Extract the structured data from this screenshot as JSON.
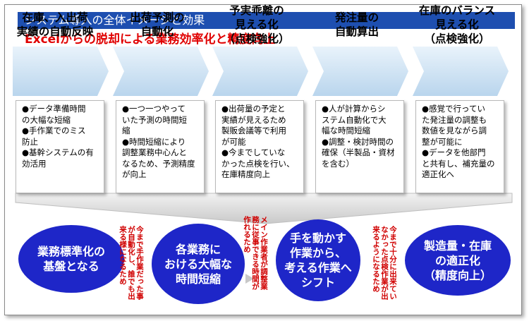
{
  "header": {
    "title": "システム導入の全体イメージと効果"
  },
  "subtitle": "Excelからの脱却による業務効率化と精度向上",
  "steps": [
    {
      "title_lines": [
        "在庫、入出荷",
        "実績の自動反映"
      ]
    },
    {
      "title_lines": [
        "出荷予測の",
        "自動化"
      ]
    },
    {
      "title_lines": [
        "予実乖離の",
        "見える化",
        "（点検強化）"
      ]
    },
    {
      "title_lines": [
        "発注量の",
        "自動算出"
      ]
    },
    {
      "title_lines": [
        "在庫のバランス",
        "見える化",
        "（点検強化）"
      ]
    }
  ],
  "details": [
    {
      "lines": [
        "●データ準備時間",
        "の大幅な短縮",
        "●手作業でのミス",
        "防止",
        "●基幹システムの有",
        "効活用"
      ]
    },
    {
      "lines": [
        "●一つ一つやって",
        "いた予測の時間短",
        "縮",
        "●時間短縮により",
        "調整業務中心んと",
        "なるため、予測精度",
        "が向上"
      ]
    },
    {
      "lines": [
        "●出荷量の予定と",
        "実績が見えるため",
        "製販会議等で利用",
        "が可能",
        "●今までしていな",
        "かった点検を行い、",
        "在庫精度向上"
      ]
    },
    {
      "lines": [
        "●人が計算からシ",
        "ステム自動化で大",
        "幅な時間短縮",
        "●調整・検討時間の",
        "確保（半製品・資材",
        "を含む）"
      ]
    },
    {
      "lines": [
        "●感覚で行ってい",
        "た発注量の調整も",
        "数値を見ながら調",
        "整が可能に",
        "●データを他部門",
        "と共有し、補充量の",
        "適正化へ"
      ]
    }
  ],
  "effects": [
    {
      "lines": [
        "業務標準化の",
        "基盤となる"
      ]
    },
    {
      "lines": [
        "各業務に",
        "おける大幅な",
        "時間短縮"
      ]
    },
    {
      "lines": [
        "手を動かす",
        "作業から、",
        "考える作業へ",
        "シフト"
      ]
    },
    {
      "lines": [
        "製造量・在庫",
        "の適正化",
        "（精度向上）"
      ]
    }
  ],
  "notes": [
    {
      "lines": [
        "今まで手作業だった事",
        "が自動化し、誰でも出",
        "来る様になるため"
      ]
    },
    {
      "lines": [
        "メイン作業者が調整業",
        "務に従事できる時間が",
        "作れるため"
      ]
    },
    {
      "lines": [
        "今まで十分に出来てい",
        "なかった点検作業が出",
        "来るようになるため"
      ]
    }
  ],
  "colors": {
    "header_bg": "#1e4fb0",
    "subtitle": "#e00000",
    "circle": "#1e26c8",
    "note": "#d00000",
    "chevron_light": "#e9f3fb",
    "chevron_dark": "#b9d5ed"
  }
}
